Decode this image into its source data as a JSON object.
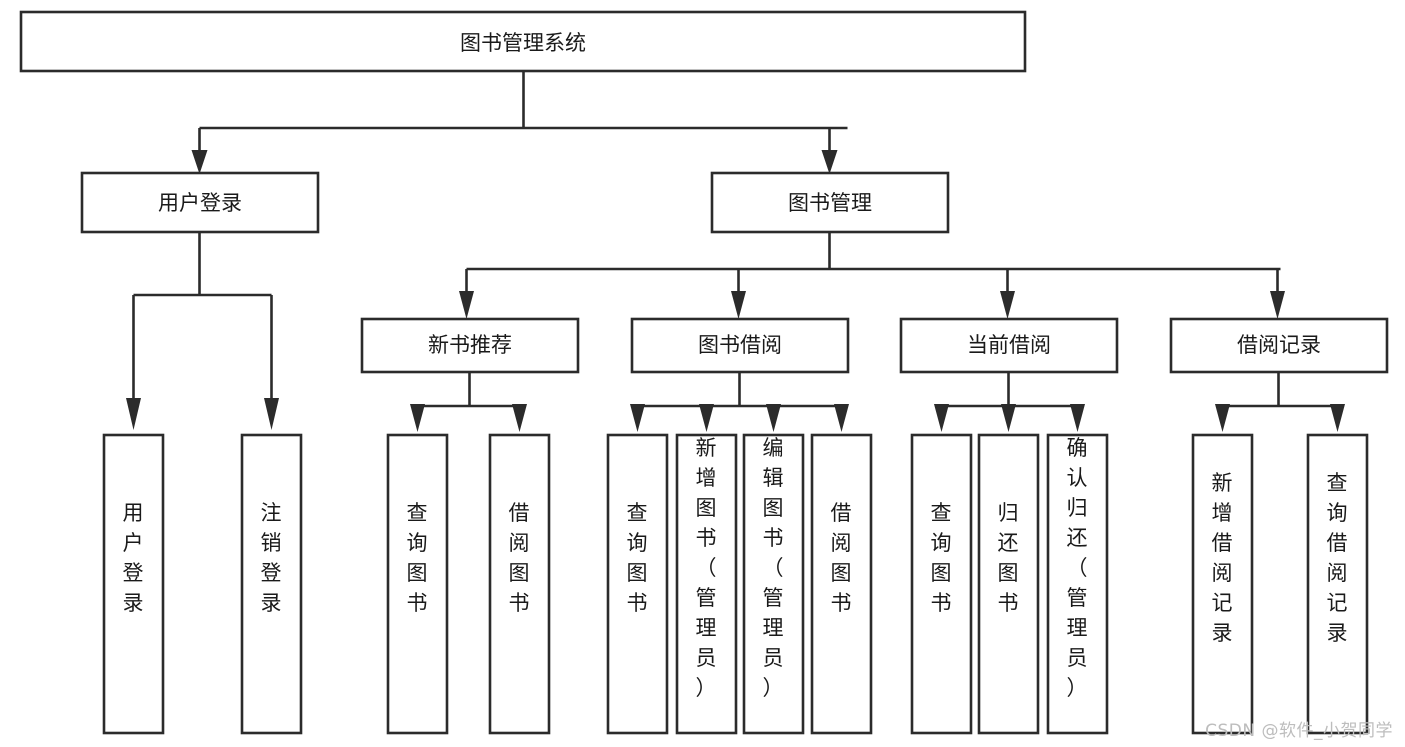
{
  "diagram": {
    "type": "tree",
    "title": "图书管理系统",
    "root": {
      "id": "root",
      "label": "图书管理系统"
    },
    "level1": [
      {
        "id": "user-login",
        "label": "用户登录"
      },
      {
        "id": "book-manage",
        "label": "图书管理"
      }
    ],
    "level2": [
      {
        "id": "new-book-rec",
        "label": "新书推荐",
        "parent": "book-manage"
      },
      {
        "id": "book-borrow",
        "label": "图书借阅",
        "parent": "book-manage"
      },
      {
        "id": "current-borrow",
        "label": "当前借阅",
        "parent": "book-manage"
      },
      {
        "id": "borrow-record",
        "label": "借阅记录",
        "parent": "book-manage"
      }
    ],
    "leaves": [
      {
        "id": "leaf-user-login",
        "label": "用户登录",
        "parent": "user-login"
      },
      {
        "id": "leaf-logout",
        "label": "注销登录",
        "parent": "user-login"
      },
      {
        "id": "leaf-query-book-1",
        "label": "查询图书",
        "parent": "new-book-rec"
      },
      {
        "id": "leaf-borrow-book-1",
        "label": "借阅图书",
        "parent": "new-book-rec"
      },
      {
        "id": "leaf-query-book-2",
        "label": "查询图书",
        "parent": "book-borrow"
      },
      {
        "id": "leaf-add-book",
        "label": "新增图书（管理员）",
        "parent": "book-borrow"
      },
      {
        "id": "leaf-edit-book",
        "label": "编辑图书（管理员）",
        "parent": "book-borrow"
      },
      {
        "id": "leaf-borrow-book-2",
        "label": "借阅图书",
        "parent": "book-borrow"
      },
      {
        "id": "leaf-query-book-3",
        "label": "查询图书",
        "parent": "current-borrow"
      },
      {
        "id": "leaf-return-book",
        "label": "归还图书",
        "parent": "current-borrow"
      },
      {
        "id": "leaf-confirm-return",
        "label": "确认归还（管理员）",
        "parent": "current-borrow"
      },
      {
        "id": "leaf-add-record",
        "label": "新增借阅记录",
        "parent": "borrow-record"
      },
      {
        "id": "leaf-query-record",
        "label": "查询借阅记录",
        "parent": "borrow-record"
      }
    ],
    "colors": {
      "background": "#ffffff",
      "box_fill": "#ffffff",
      "stroke": "#2b2b2b",
      "text": "#1a1a1a",
      "watermark": "#bdbdbd"
    }
  },
  "watermark": {
    "text": "CSDN @软件_小贺同学"
  }
}
